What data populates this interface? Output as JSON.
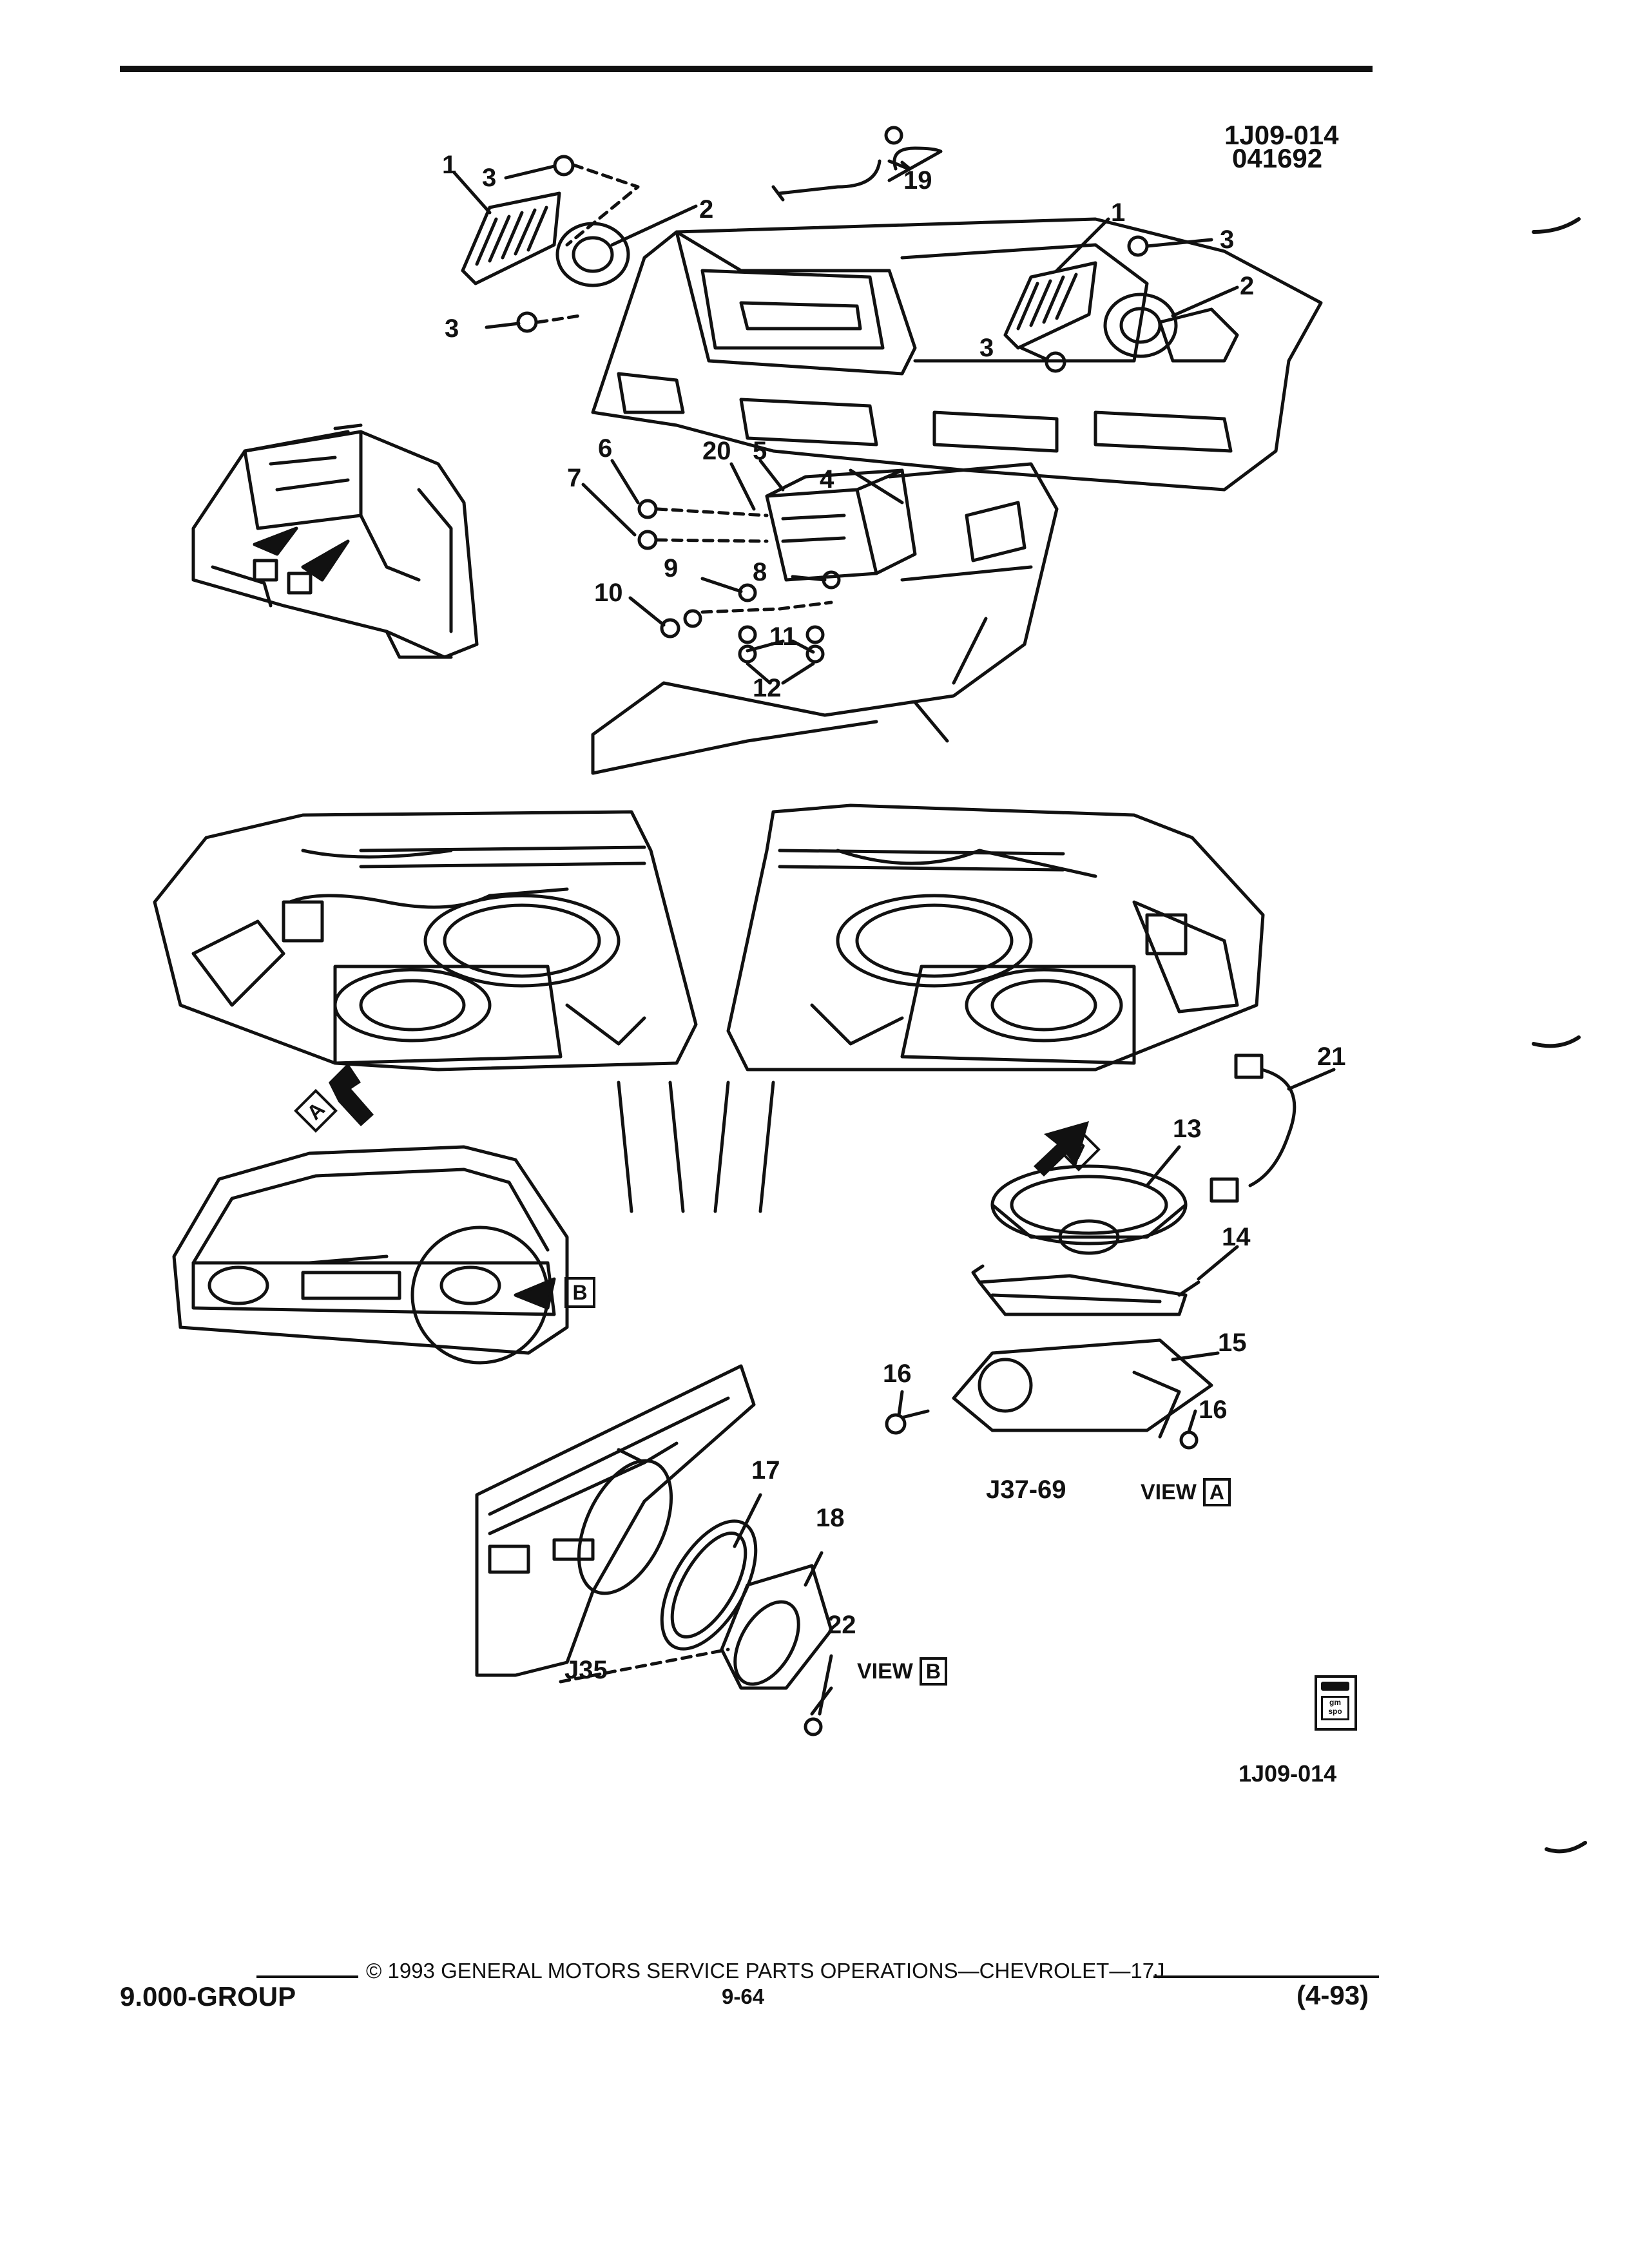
{
  "header": {
    "figure_id": "1J09-014",
    "date_code": "041692"
  },
  "callouts": [
    "1",
    "2",
    "3",
    "4",
    "5",
    "6",
    "7",
    "8",
    "9",
    "10",
    "11",
    "12",
    "13",
    "14",
    "15",
    "16",
    "17",
    "18",
    "19",
    "20",
    "21",
    "22"
  ],
  "view_markers": {
    "a": "A",
    "b": "B"
  },
  "labels": {
    "j37": "J37-69",
    "j35": "J35",
    "view_word": "VIEW",
    "view_a_letter": "A",
    "view_b_letter": "B",
    "figure_ref_bottom": "1J09-014"
  },
  "logo": {
    "text": "gm spo"
  },
  "footer": {
    "group": "9.000-GROUP",
    "copyright": "© 1993 GENERAL MOTORS SERVICE PARTS OPERATIONS—CHEVROLET—17J",
    "page": "9-64",
    "revision": "(4-93)"
  }
}
